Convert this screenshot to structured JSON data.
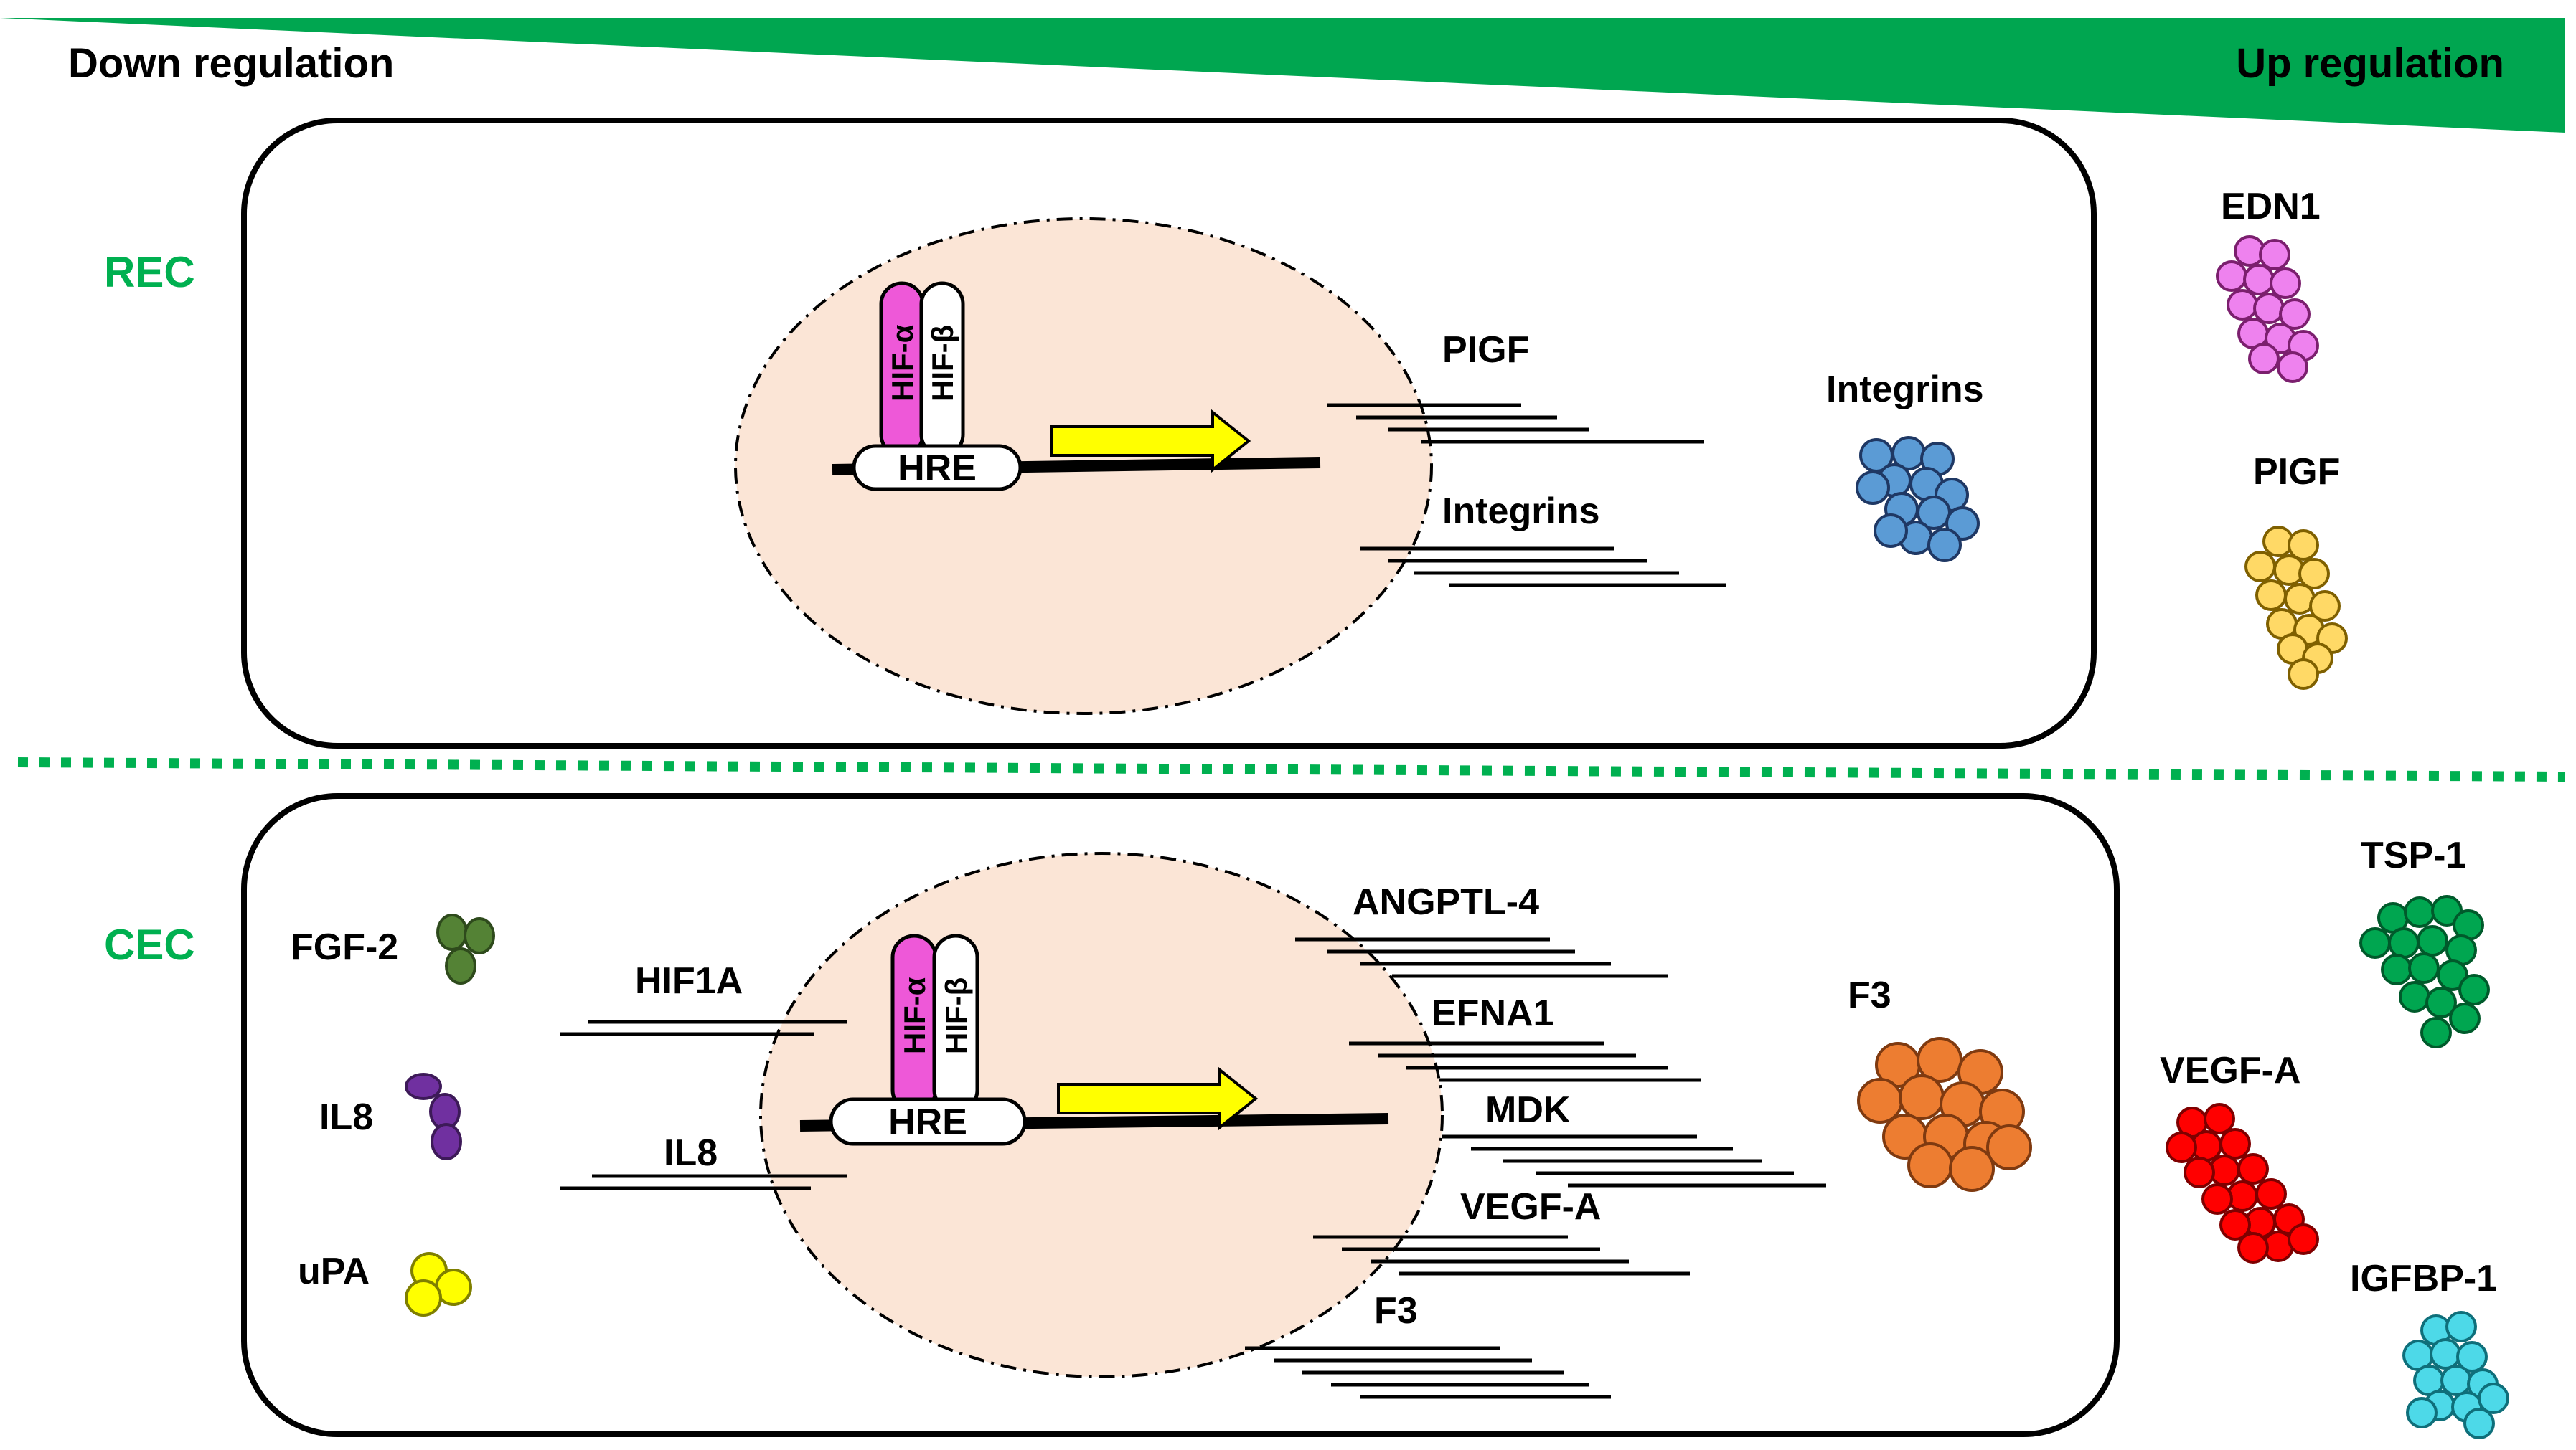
{
  "header": {
    "down_label": "Down regulation",
    "up_label": "Up regulation",
    "gradient_color": "#00a650"
  },
  "cells": {
    "rec": {
      "label": "REC",
      "hif_alpha": "HIF-α",
      "hif_beta": "HIF-β",
      "hre": "HRE",
      "transcripts": [
        "PIGF",
        "Integrins"
      ],
      "proteins_inside": [
        {
          "label": "Integrins",
          "color": "#5b9bd5"
        }
      ],
      "up_regulated": [
        {
          "label": "EDN1",
          "color": "#ee82ee"
        },
        {
          "label": "PIGF",
          "color": "#ffd966"
        }
      ]
    },
    "cec": {
      "label": "CEC",
      "hif_alpha": "HIF-α",
      "hif_beta": "HIF-β",
      "hre": "HRE",
      "down_transcripts": [
        "HIF1A",
        "IL8"
      ],
      "transcripts": [
        "ANGPTL-4",
        "EFNA1",
        "MDK",
        "VEGF-A",
        "F3"
      ],
      "down_regulated": [
        {
          "label": "FGF-2",
          "color": "#548235"
        },
        {
          "label": "IL8",
          "color": "#7030a0"
        },
        {
          "label": "uPA",
          "color": "#ffff00"
        }
      ],
      "proteins_inside": [
        {
          "label": "F3",
          "color": "#ed7d31"
        }
      ],
      "up_regulated": [
        {
          "label": "TSP-1",
          "color": "#00a650"
        },
        {
          "label": "VEGF-A",
          "color": "#ff0000"
        },
        {
          "label": "IGFBP-1",
          "color": "#4dd9e8"
        }
      ]
    }
  },
  "colors": {
    "nucleus_fill": "#fbe5d6",
    "hif_alpha": "#ee58d8",
    "arrow": "#ffff00",
    "divider": "#00b050"
  }
}
